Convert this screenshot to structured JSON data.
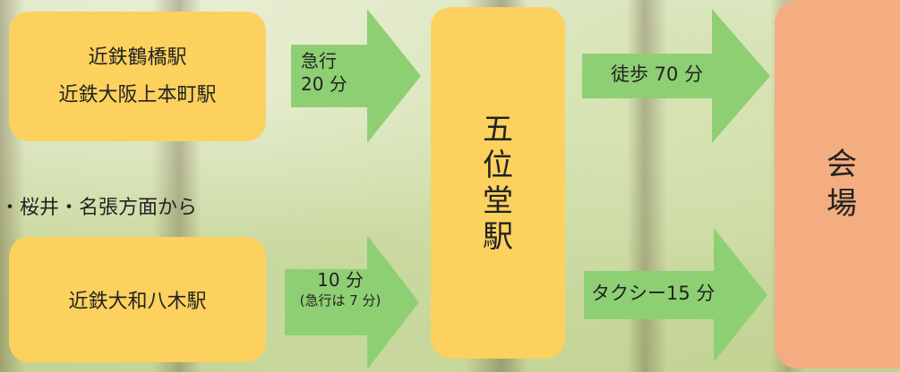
{
  "origin_top": {
    "line1": "近鉄鶴橋駅",
    "line2": "近鉄大阪上本町駅"
  },
  "origin_bottom": {
    "line1": "近鉄大和八木駅"
  },
  "side_note": "・桜井・名張方面から",
  "arrow_top_left": {
    "line1": "急行",
    "line2": "20 分"
  },
  "arrow_bottom_left": {
    "line1": "10 分",
    "line2": "(急行は 7 分)"
  },
  "hub": "五位堂駅",
  "arrow_top_right": "徒歩 70 分",
  "arrow_bottom_right": "タクシー15 分",
  "destination": "会場",
  "colors": {
    "origin": "#fcd15e",
    "hub": "#fcd15e",
    "destination": "#f4ad80",
    "arrow": "#8fcf74"
  }
}
